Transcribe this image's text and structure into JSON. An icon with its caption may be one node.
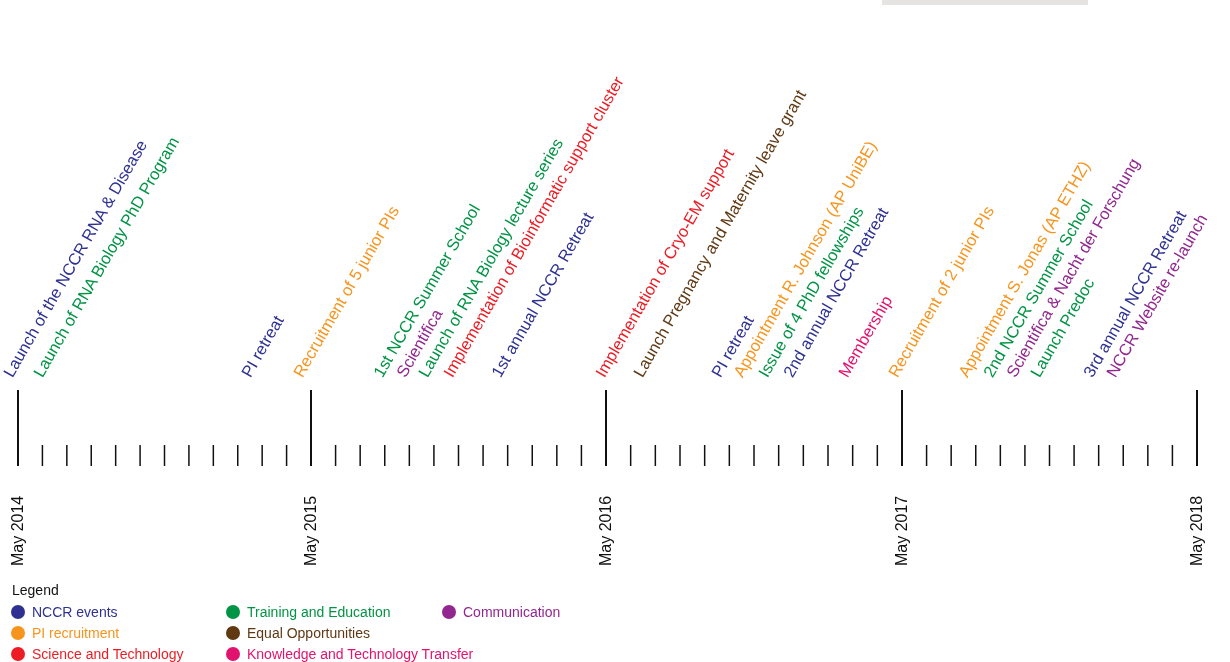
{
  "diagram": {
    "labels": [
      "Launch of the NCCR RNA & Disease",
      "Launch of RNA Biology PhD Program",
      "PI retreat",
      "Recruitment of 5 junior PIs",
      "1st NCCR Summer School",
      "Scientifica",
      "Launch of RNA Biology lecture series",
      "Implementation of Bioinformatic support cluster",
      "1st annual NCCR Retreat",
      "Implementation of Cryo-EM support",
      "Launch Pregnancy and Maternity leave grant",
      "PI retreat",
      "Appointment R. Johnson (AP UniBE)",
      "Issue of 4 PhD fellowships",
      "2nd annual NCCR Retreat",
      "Membership",
      "Recruitment of 2 junior PIs",
      "Appointment S. Jonas (AP ETHZ)",
      "2nd NCCR Summer School",
      "Scientifica & Nacht der Forschung",
      "Launch Predoc",
      "3rd annual NCCR Retreat",
      "NCCR Website re-launch",
      "May 2014",
      "May 2015",
      "May 2016",
      "May 2017",
      "May 2018",
      "Legend"
    ],
    "legend": [
      {
        "text": "NCCR events",
        "color": "#2e3192"
      },
      {
        "text": "PI recruitment",
        "color": "#f7941d"
      },
      {
        "text": "Science and Technology",
        "color": "#ed1c24"
      },
      {
        "text": "Training and Education",
        "color": "#009444"
      },
      {
        "text": "Equal Opportunities",
        "color": "#603913"
      },
      {
        "text": "Knowledge and Technology Transfer",
        "color": "#e2136e"
      },
      {
        "text": "Communication",
        "color": "#92278f"
      }
    ]
  }
}
